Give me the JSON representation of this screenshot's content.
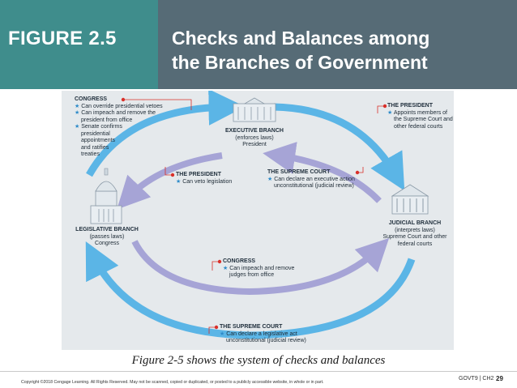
{
  "header": {
    "figure_label": "FIGURE 2.5",
    "title_line1": "Checks and Balances among",
    "title_line2": "the Branches of Government",
    "colors": {
      "figure_block": "#3f8d8c",
      "title_block": "#566b76"
    }
  },
  "diagram": {
    "colors": {
      "outer_arrow": "#5bb5e6",
      "inner_arrow": "#a6a4d6",
      "marker": "#d9302a"
    },
    "executive": {
      "title": "EXECUTIVE BRANCH",
      "line1": "(enforces laws)",
      "line2": "President"
    },
    "legislative": {
      "title": "LEGISLATIVE BRANCH",
      "line1": "(passes laws)",
      "line2": "Congress"
    },
    "judicial": {
      "title": "JUDICIAL BRANCH",
      "line1": "(interprets laws)",
      "line2": "Supreme Court and other",
      "line3": "federal courts"
    },
    "congress_top": {
      "title": "CONGRESS",
      "items": [
        "Can override presidential vetoes",
        "Can impeach and remove the",
        "president from office",
        "Senate confirms",
        "presidential",
        "appointments",
        "and ratifies",
        "treaties"
      ]
    },
    "president_right": {
      "title": "THE PRESIDENT",
      "items": [
        "Appoints members of",
        "the Supreme Court and",
        "other federal courts"
      ]
    },
    "president_inner": {
      "title": "THE PRESIDENT",
      "items": [
        "Can veto legislation"
      ]
    },
    "court_inner": {
      "title": "THE SUPREME COURT",
      "items": [
        "Can declare an executive action",
        "unconstitutional (judicial review)"
      ]
    },
    "congress_lower": {
      "title": "CONGRESS",
      "items": [
        "Can impeach and remove",
        "judges from office"
      ]
    },
    "court_bottom": {
      "title": "THE SUPREME COURT",
      "items": [
        "Can declare a legislative act",
        "unconstitutional (judicial review)"
      ]
    }
  },
  "caption": "Figure 2-5 shows the system of checks and balances",
  "footer": {
    "copyright": "Copyright ©2018 Cengage Learning. All Rights Reserved. May not be scanned, copied or duplicated, or posted to a publicly accessible website, in whole or in part.",
    "course_code": "GOVT9 | CH2",
    "page_number": "29"
  }
}
